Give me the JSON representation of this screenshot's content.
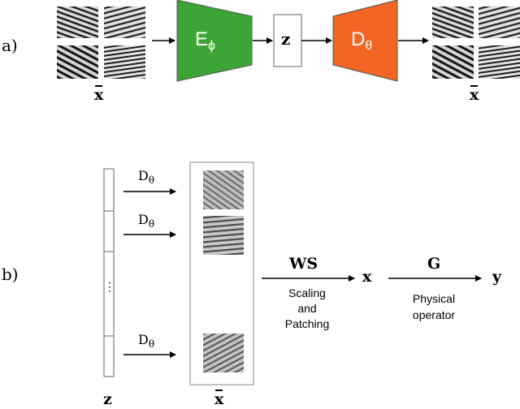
{
  "panel_a": {
    "label": "a)",
    "input_label": "x",
    "encoder_label": "E",
    "encoder_sub": "ϕ",
    "latent_label": "z",
    "decoder_label": "D",
    "decoder_sub": "θ",
    "output_label": "x",
    "colors": {
      "encoder": "#3da535",
      "decoder": "#f26522",
      "latent_bg": "#ffffff"
    }
  },
  "panel_b": {
    "label": "b)",
    "latent_label": "z",
    "decoder_arrow_labels": [
      {
        "main": "D",
        "sub": "θ"
      },
      {
        "main": "D",
        "sub": "θ"
      },
      {
        "main": "D",
        "sub": "θ"
      }
    ],
    "latent_ellipsis": "⋮",
    "patches_label": "x",
    "ws_label": "WS",
    "ws_caption": [
      "Scaling",
      "and",
      "Patching"
    ],
    "x_label": "x",
    "g_label": "G",
    "g_caption": [
      "Physical",
      "operator"
    ],
    "y_label": "y"
  }
}
